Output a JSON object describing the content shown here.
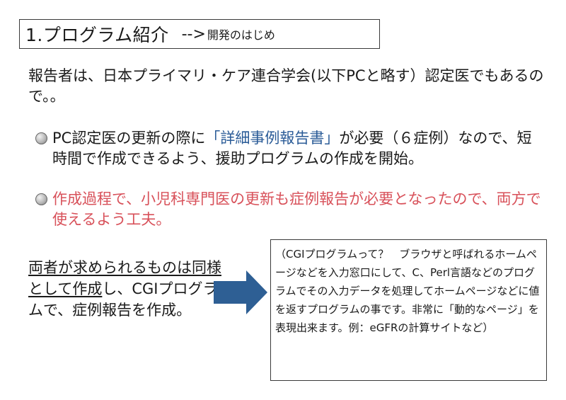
{
  "title": {
    "main": "1.プログラム紹介",
    "arrow": "-->",
    "sub": "開発のはじめ"
  },
  "intro": "報告者は、日本プライマリ・ケア連合学会(以下PCと略す）認定医でもあるので。。",
  "bullets": [
    {
      "text_before": "PC認定医の更新の際に",
      "highlight": "「詳細事例報告書」",
      "text_after": "が必要（６症例）なので、短時間で作成できるよう、援助プログラムの作成を開始。"
    },
    {
      "text": "作成過程で、小児科専門医の更新も症例報告が必要となったので、両方で使えるよう工夫。"
    }
  ],
  "summary": {
    "underlined": "両者が求められるものは同様として作成",
    "rest": "し、CGIプログラムで、症例報告を作成。"
  },
  "info_box": "（CGIプログラムって？　ブラウザと呼ばれるホームページなどを入力窓口にして、C、Perl言語などのプログラムでその入力データを処理してホームページなどに値を返すプログラムの事です。非常に「動的なページ」を表現出来ます。例：eGFRの計算サイトなど）",
  "colors": {
    "highlight_blue": "#2a5b97",
    "emphasis_red": "#d8515a",
    "arrow_blue": "#2e5f94"
  },
  "icons": {
    "bullet": "gray-sphere-bullet-icon",
    "arrow": "right-arrow-icon"
  }
}
